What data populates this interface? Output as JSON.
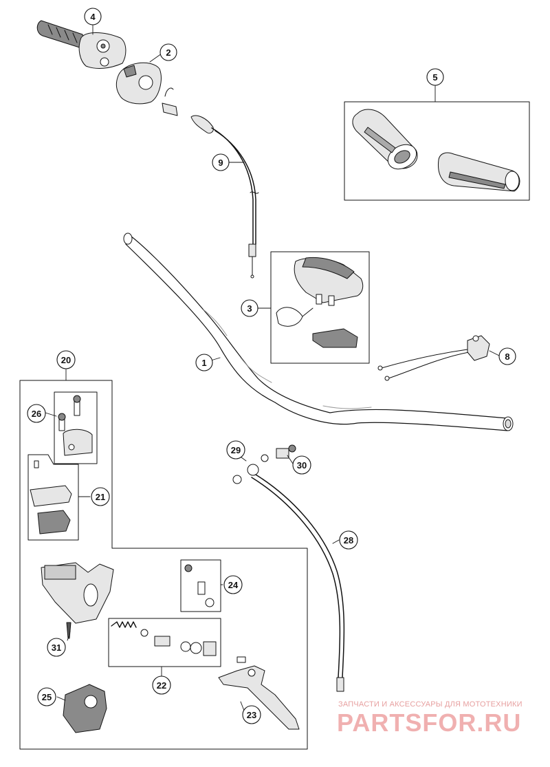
{
  "callouts": {
    "c1": "1",
    "c2": "2",
    "c3": "3",
    "c4": "4",
    "c5": "5",
    "c8": "8",
    "c9": "9",
    "c20": "20",
    "c21": "21",
    "c22": "22",
    "c23": "23",
    "c24": "24",
    "c25": "25",
    "c26": "26",
    "c28": "28",
    "c29": "29",
    "c30": "30",
    "c31": "31"
  },
  "watermark": {
    "caption": "ЗАПЧАСТИ И АКСЕССУАРЫ ДЛЯ МОТОТЕХНИКИ",
    "brand": "PARTSFOR.RU"
  },
  "colors": {
    "line": "#111111",
    "part_fill": "#e6e6e6",
    "part_dark": "#8a8a8a",
    "watermark": "#e9a6a6"
  }
}
